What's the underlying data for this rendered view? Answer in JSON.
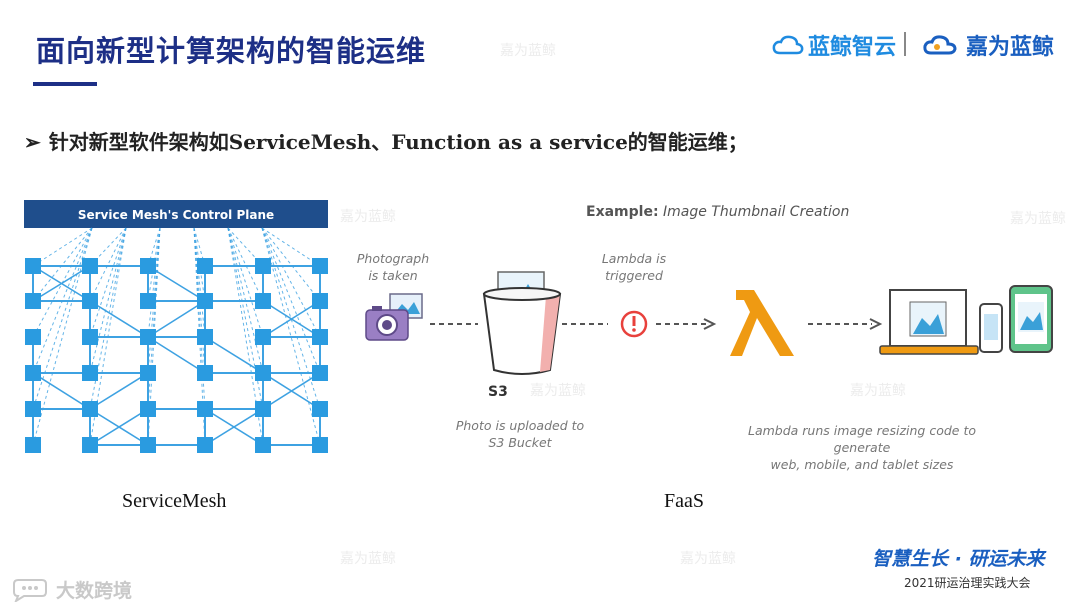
{
  "header": {
    "title": "面向新型计算架构的智能运维",
    "logo_left_text": "蓝鲸智云",
    "logo_right_text": "嘉为蓝鲸"
  },
  "bullet": {
    "marker": "➢",
    "text": "针对新型软件架构如ServiceMesh、Function as a service的智能运维；"
  },
  "servicemesh": {
    "banner": "Service Mesh's Control Plane",
    "caption": "ServiceMesh"
  },
  "faas": {
    "example_label": "Example:",
    "example_title": "Image Thumbnail Creation",
    "photo_note_line1": "Photograph",
    "photo_note_line2": "is taken",
    "lambda_note_line1": "Lambda is",
    "lambda_note_line2": "triggered",
    "s3_label": "S3",
    "s3_note_line1": "Photo is uploaded to",
    "s3_note_line2": "S3 Bucket",
    "lambda_run_line1": "Lambda runs image resizing code to generate",
    "lambda_run_line2": "web, mobile, and tablet sizes",
    "caption": "FaaS"
  },
  "footer": {
    "slogan": "智慧生长 · 研运未来",
    "conference": "2021研运治理实践大会",
    "bottom_logo_text": "大数跨境"
  },
  "watermark_text": "嘉为蓝鲸",
  "colors": {
    "title": "#1d2f86",
    "banner": "#1f4e8c",
    "mesh_node": "#2a9be0",
    "mesh_line": "#3ea2e2",
    "lambda_orange": "#ef9a12",
    "alert_red": "#e8413c",
    "camera_purple": "#9a7fc4",
    "brand_blue": "#1a5fc0"
  }
}
